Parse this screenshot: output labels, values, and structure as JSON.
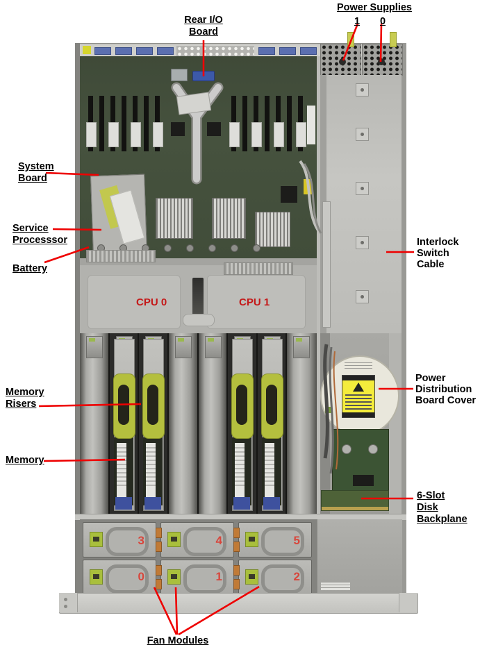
{
  "callouts": {
    "power_supplies": {
      "title": "Power Supplies",
      "unit1": "1",
      "unit0": "0"
    },
    "rear_io_board": {
      "line1": "Rear I/O",
      "line2": "Board"
    },
    "system_board": {
      "line1": "System",
      "line2": "Board"
    },
    "service_processor": {
      "line1": "Service",
      "line2": "Processsor"
    },
    "battery": {
      "line1": "Battery"
    },
    "interlock_switch_cable": {
      "line1": "Interlock",
      "line2": "Switch",
      "line3": "Cable"
    },
    "memory_risers": {
      "line1": "Memory",
      "line2": "Risers"
    },
    "memory": {
      "line1": "Memory"
    },
    "power_distribution_board_cover": {
      "line1": "Power",
      "line2": "Distribution",
      "line3": "Board Cover"
    },
    "six_slot_disk_backplane": {
      "line1": "6-Slot",
      "line2": "Disk",
      "line3": "Backplane"
    },
    "fan_modules": {
      "line1": "Fan Modules"
    }
  },
  "chassis_text": {
    "cpu0": "CPU 0",
    "cpu1": "CPU 1",
    "fan_numbers": {
      "top_row": [
        "3",
        "4",
        "5"
      ],
      "bottom_row": [
        "0",
        "1",
        "2"
      ]
    }
  },
  "colors": {
    "callout_line": "#ee0000",
    "callout_text": "#000000",
    "cpu_label": "#c41818",
    "fan_number": "#d8463c",
    "riser_handle_green": "#b4bf3e",
    "caution_label_yellow": "#f4ec3c",
    "pcb_green": "#44503c"
  }
}
